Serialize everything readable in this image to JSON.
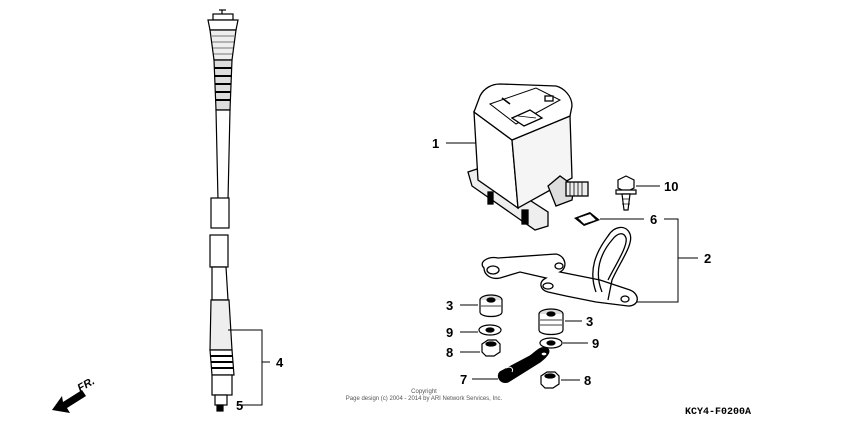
{
  "diagram": {
    "code": "KCY4-F0200A",
    "copyright_line1": "Copyright",
    "copyright_line2": "Page design (c) 2004 - 2014 by ARI Network Services, Inc.",
    "front_label": "FR."
  },
  "callouts": [
    "1",
    "2",
    "3",
    "3",
    "4",
    "5",
    "6",
    "7",
    "8",
    "8",
    "9",
    "9",
    "10"
  ],
  "parts": {
    "meter": "speedometer-unit",
    "cable": "speedometer-cable",
    "bracket": "meter-stay",
    "bolt": "flange-bolt",
    "pad": "meter-pad",
    "grommet_left": "grommet",
    "grommet_right": "grommet",
    "washer_left": "washer",
    "washer_right": "washer",
    "nut_left": "flange-nut",
    "nut_right": "flange-nut",
    "clamp": "cable-clamp"
  }
}
